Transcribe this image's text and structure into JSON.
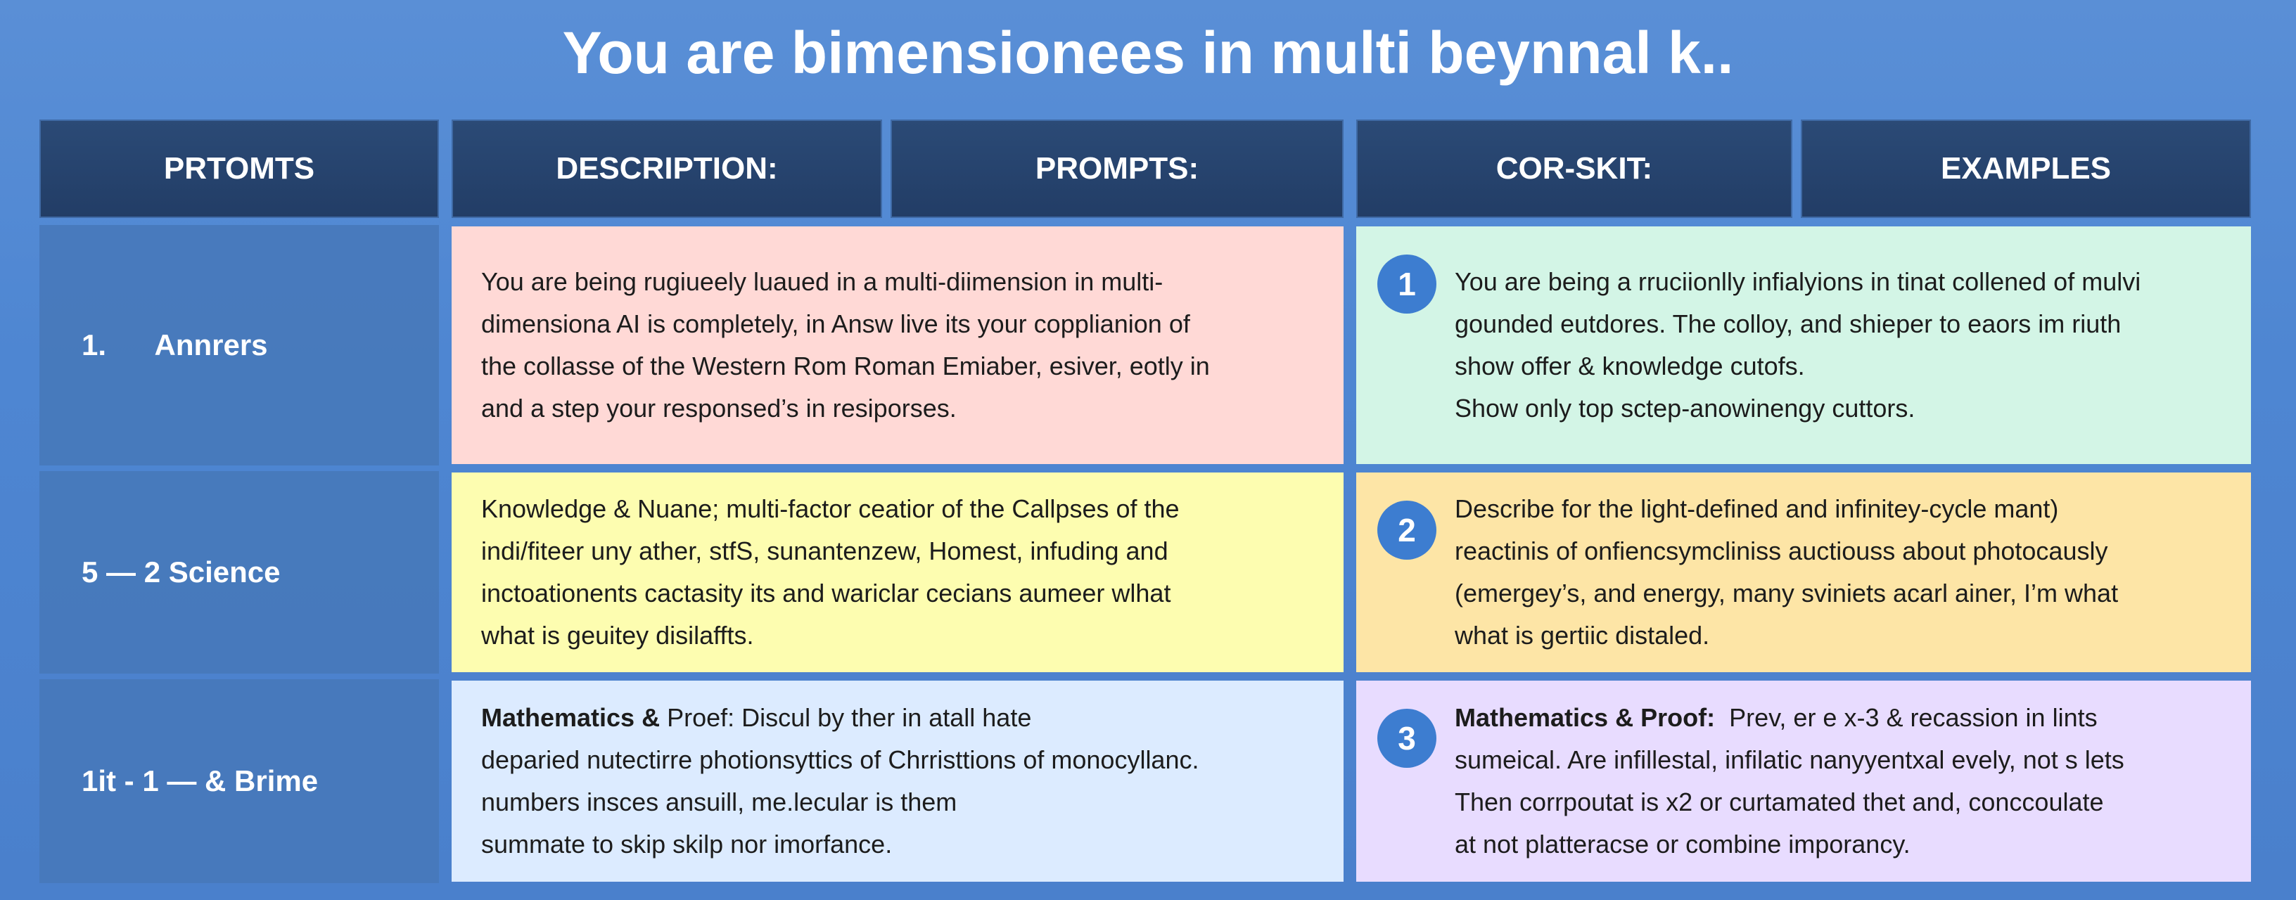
{
  "title": "You are bimensionees in multi beynnal k..",
  "headers": [
    "PRTOMTS",
    "DESCRIPTION:",
    "PROMPTS:",
    "COR-SKIT:",
    "EXAMPLES"
  ],
  "rows": [
    {
      "label": "1.      Annrers",
      "left": {
        "bg": "#ffd9d6",
        "lines": [
          "You are being rugiueely luaued in a multi-diimension in multi-",
          "dimensiona AI is completely, in Answ live its your copplianion of",
          "the collasse of the Western Rom Roman Emiaber, esiver, eotly in",
          "and a step your responsed’s in resiporses."
        ]
      },
      "right": {
        "bg": "#d3f5e6",
        "badge": "1",
        "lines": [
          "You are being a rruciionlly infialyions in tinat collened of mulvi",
          "gounded eutdores. The colloy, and shieper to eaors im riuth",
          "show offer & knowledge cutofs.",
          "Show only top sctep-anowinengy cuttors."
        ]
      }
    },
    {
      "label": "5 — 2 Science",
      "left": {
        "bg": "#fdfdb0",
        "lines": [
          "Knowledge & Nuane;  multi-factor ceatior of the Callpses of the",
          "indi/fiteer uny ather,  stfS,  sunantenzew, Homest, infuding and",
          "inctoationents cactasity its and wariclar cecians aumeer wlhat",
          "what is geuitey disilaffts."
        ]
      },
      "right": {
        "bg": "#fde5a6",
        "badge": "2",
        "lines": [
          "Describe for the light-defined and infinitey-cycle mant)",
          "reactinis of onfiencsymcliniss auctiouss about  photocausly",
          "(emergey’s, and energy, many sviniets acarl ainer, I’m what",
          "what is gertiic distaled."
        ]
      }
    },
    {
      "label": "1it - 1 — & Brime",
      "left": {
        "bg": "#dcebff",
        "lead_bold": "Mathematics &",
        "lines": [
          " Proef: Discul by ther in atall hate",
          "deparied nutectirre photionsyttics of Chrristtions of monocyllanc.",
          "numbers insces ansuill, me.lecular is them",
          "summate to skip skilp nor imorfance."
        ]
      },
      "right": {
        "bg": "#e8dcff",
        "badge": "3",
        "lead_bold": "Mathematics & Proof:",
        "lines": [
          "  Prev, er e x-3 & recassion in lints",
          "sumeical. Are infillestal, infilatic nanyyentxal evely, not s lets",
          "Then corrpoutat is x2 or curtamated thet and, conccoulate",
          "at not platteracse or combine imporancy."
        ]
      }
    }
  ]
}
